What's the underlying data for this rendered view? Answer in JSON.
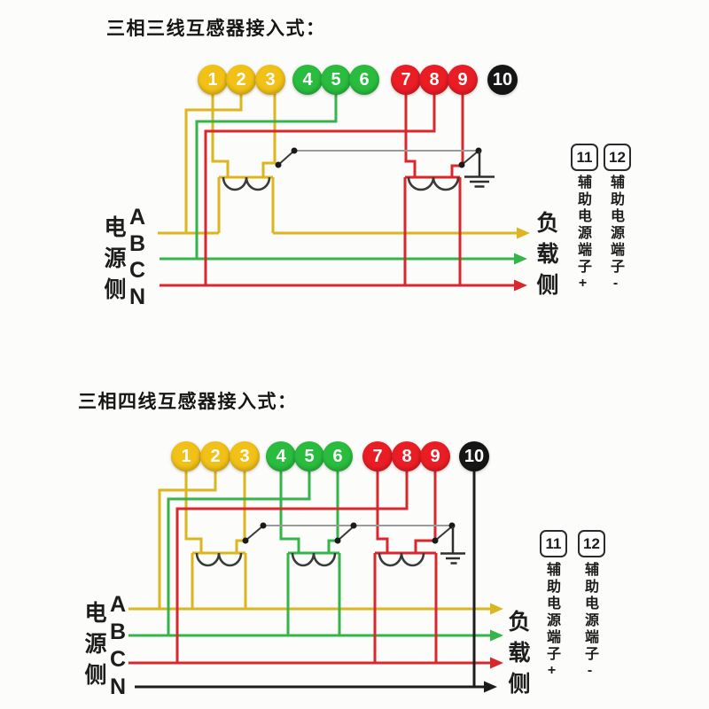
{
  "page_background": "#fcfcfa",
  "colors": {
    "terminal_yellow": "#f1c117",
    "terminal_green": "#2abc3f",
    "terminal_red": "#ea1d25",
    "terminal_black": "#161616",
    "wire_yellow": "#dcb51f",
    "wire_green": "#35b44a",
    "wire_red": "#d8272d",
    "wire_black": "#1c1c1c",
    "link_gray": "#9a9a9a",
    "ct_symbol": "#3a3a3a",
    "text_ink": "#1d1d1d"
  },
  "top_diagram": {
    "title": "三相三线互感器接入式：",
    "terminals": [
      {
        "num": "1",
        "color": "#f1c117"
      },
      {
        "num": "2",
        "color": "#f1c117"
      },
      {
        "num": "3",
        "color": "#f1c117"
      },
      {
        "num": "4",
        "color": "#2abc3f"
      },
      {
        "num": "5",
        "color": "#2abc3f"
      },
      {
        "num": "6",
        "color": "#2abc3f"
      },
      {
        "num": "7",
        "color": "#ea1d25"
      },
      {
        "num": "8",
        "color": "#ea1d25"
      },
      {
        "num": "9",
        "color": "#ea1d25"
      },
      {
        "num": "10",
        "color": "#161616"
      }
    ],
    "source_side_label": "电源侧",
    "phase_labels": [
      "A",
      "B",
      "C",
      "N"
    ],
    "load_side_label": "负载侧",
    "aux_terminals": [
      {
        "num": "11",
        "label": "辅助电源端子+"
      },
      {
        "num": "12",
        "label": "辅助电源端子-"
      }
    ]
  },
  "bottom_diagram": {
    "title": "三相四线互感器接入式：",
    "terminals": [
      {
        "num": "1",
        "color": "#f1c117"
      },
      {
        "num": "2",
        "color": "#f1c117"
      },
      {
        "num": "3",
        "color": "#f1c117"
      },
      {
        "num": "4",
        "color": "#2abc3f"
      },
      {
        "num": "5",
        "color": "#2abc3f"
      },
      {
        "num": "6",
        "color": "#2abc3f"
      },
      {
        "num": "7",
        "color": "#ea1d25"
      },
      {
        "num": "8",
        "color": "#ea1d25"
      },
      {
        "num": "9",
        "color": "#ea1d25"
      },
      {
        "num": "10",
        "color": "#161616"
      }
    ],
    "source_side_label": "电源侧",
    "phase_labels": [
      "A",
      "B",
      "C",
      "N"
    ],
    "load_side_label": "负载侧",
    "aux_terminals": [
      {
        "num": "11",
        "label": "辅助电源端子+"
      },
      {
        "num": "12",
        "label": "辅助电源端子-"
      }
    ]
  }
}
